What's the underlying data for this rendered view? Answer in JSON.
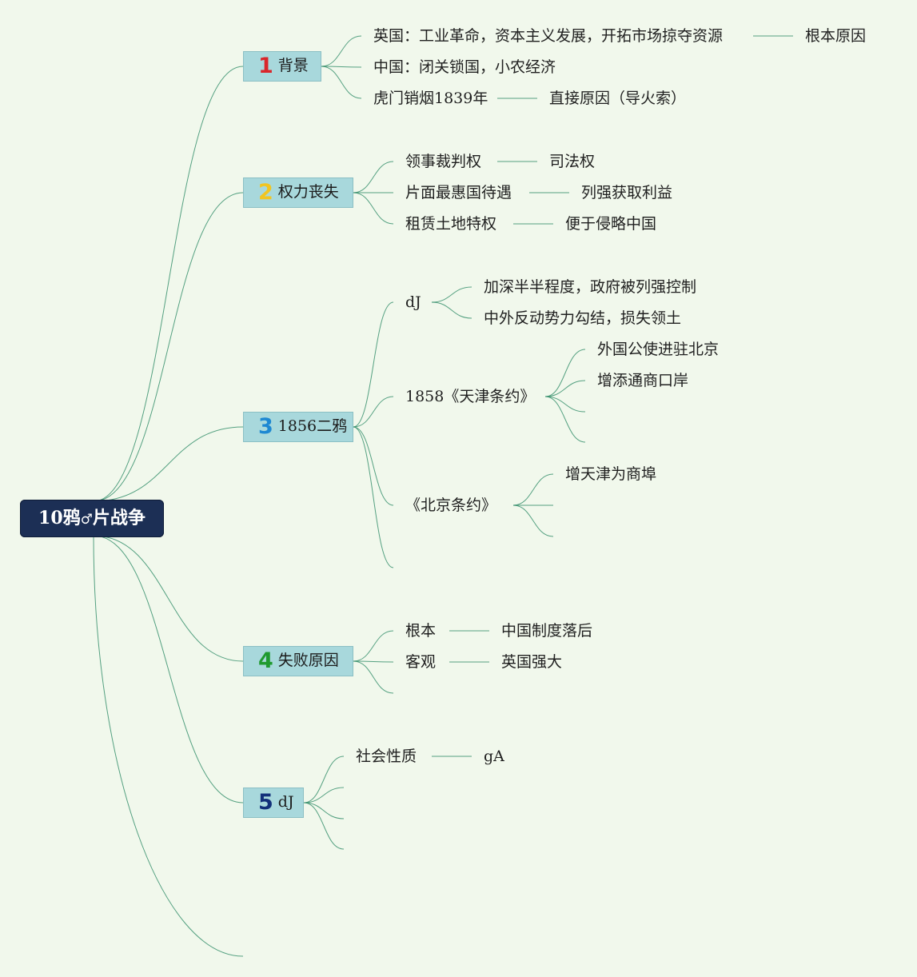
{
  "root": {
    "prefix": "10鸦",
    "symbol": "♂",
    "suffix": "片战争"
  },
  "topics": [
    {
      "number": "1",
      "number_color": "#d9262b",
      "label": "背景",
      "items": [
        {
          "text": "英国：工业革命，资本主义发展，开拓市场掠夺资源",
          "note": "根本原因"
        },
        {
          "text": "中国：闭关锁国，小农经济"
        },
        {
          "text": "虎门销烟1839年",
          "note": "直接原因（导火索）"
        }
      ]
    },
    {
      "number": "2",
      "number_color": "#f2c521",
      "label": "权力丧失",
      "items": [
        {
          "text": "领事裁判权",
          "note": "司法权"
        },
        {
          "text": "片面最惠国待遇",
          "note": "列强获取利益"
        },
        {
          "text": "租赁土地特权",
          "note": "便于侵略中国"
        }
      ]
    },
    {
      "number": "3",
      "number_color": "#1e88d2",
      "label": "1856二鸦",
      "items": [
        {
          "text": "dJ",
          "children": [
            "加深半半程度，政府被列强控制",
            "中外反动势力勾结，损失领土"
          ]
        },
        {
          "text": "1858《天津条约》",
          "children": [
            "外国公使进驻北京",
            "增添通商口岸"
          ]
        },
        {
          "text": "《北京条约》",
          "children": [
            "增天津为商埠"
          ]
        }
      ]
    },
    {
      "number": "4",
      "number_color": "#1f9a2f",
      "label": "失败原因",
      "items": [
        {
          "text": "根本",
          "note": "中国制度落后"
        },
        {
          "text": "客观",
          "note": "英国强大"
        }
      ]
    },
    {
      "number": "5",
      "number_color": "#12307a",
      "label": "dJ",
      "items": [
        {
          "text": "社会性质",
          "note": "gA"
        }
      ]
    }
  ],
  "colors": {
    "background": "#f1f8ec",
    "line": "#2e8b66",
    "topic_fill": "#a8d8dc",
    "root_fill": "#1c2f55"
  }
}
